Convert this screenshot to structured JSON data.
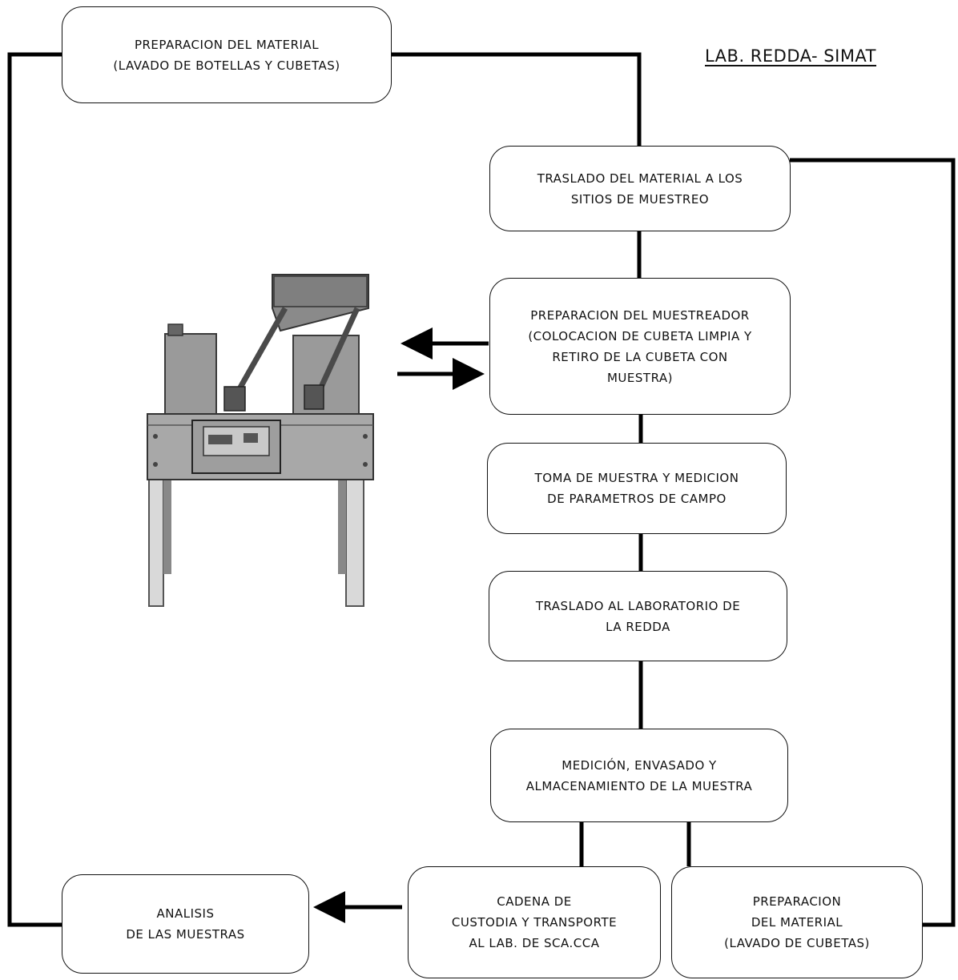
{
  "title": "LAB. REDDA- SIMAT",
  "boxes": {
    "prep_material_top": "PREPARACION DEL MATERIAL\n(LAVADO DE BOTELLAS Y CUBETAS)",
    "traslado_sitios": "TRASLADO DEL MATERIAL A LOS\nSITIOS DE MUESTREO",
    "prep_muestreador": "PREPARACION DEL MUESTREADOR\n(COLOCACION DE CUBETA LIMPIA Y\nRETIRO DE LA CUBETA CON\nMUESTRA)",
    "toma_muestra": "TOMA DE MUESTRA Y MEDICION\nDE PARAMETROS DE CAMPO",
    "traslado_lab": "TRASLADO AL LABORATORIO DE\nLA REDDA",
    "medicion": "MEDICIÓN, ENVASADO Y\nALMACENAMIENTO DE LA MUESTRA",
    "analisis": "ANALISIS\nDE LAS MUESTRAS",
    "cadena": "CADENA DE\nCUSTODIA Y TRANSPORTE\nAL LAB. DE SCA.CCA",
    "prep_material_bottom": "PREPARACION\nDEL MATERIAL\n(LAVADO DE CUBETAS)"
  },
  "colors": {
    "line": "#000000",
    "machine_fill": "#9a9a9a",
    "machine_dark": "#4a4a4a"
  }
}
